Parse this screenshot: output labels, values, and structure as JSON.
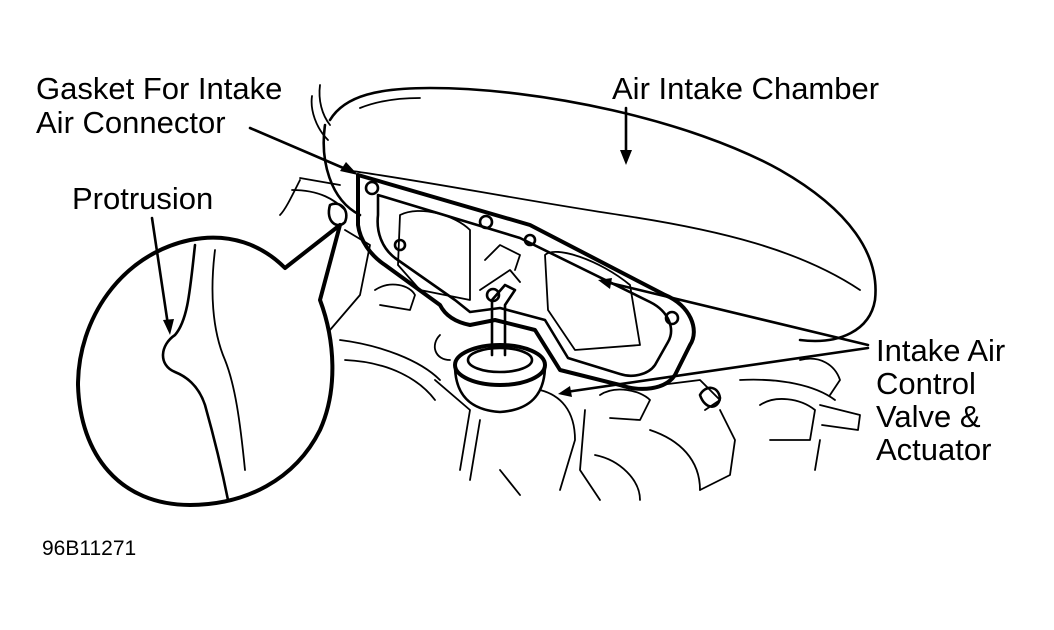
{
  "labels": {
    "gasket_line1": "Gasket For Intake",
    "gasket_line2": "Air Connector",
    "air_intake_chamber": "Air Intake Chamber",
    "protrusion": "Protrusion",
    "valve_line1": "Intake Air",
    "valve_line2": "Control",
    "valve_line3": "Valve &",
    "valve_line4": "Actuator"
  },
  "figure_id": "96B11271",
  "colors": {
    "ink": "#000000",
    "paper": "#ffffff"
  }
}
